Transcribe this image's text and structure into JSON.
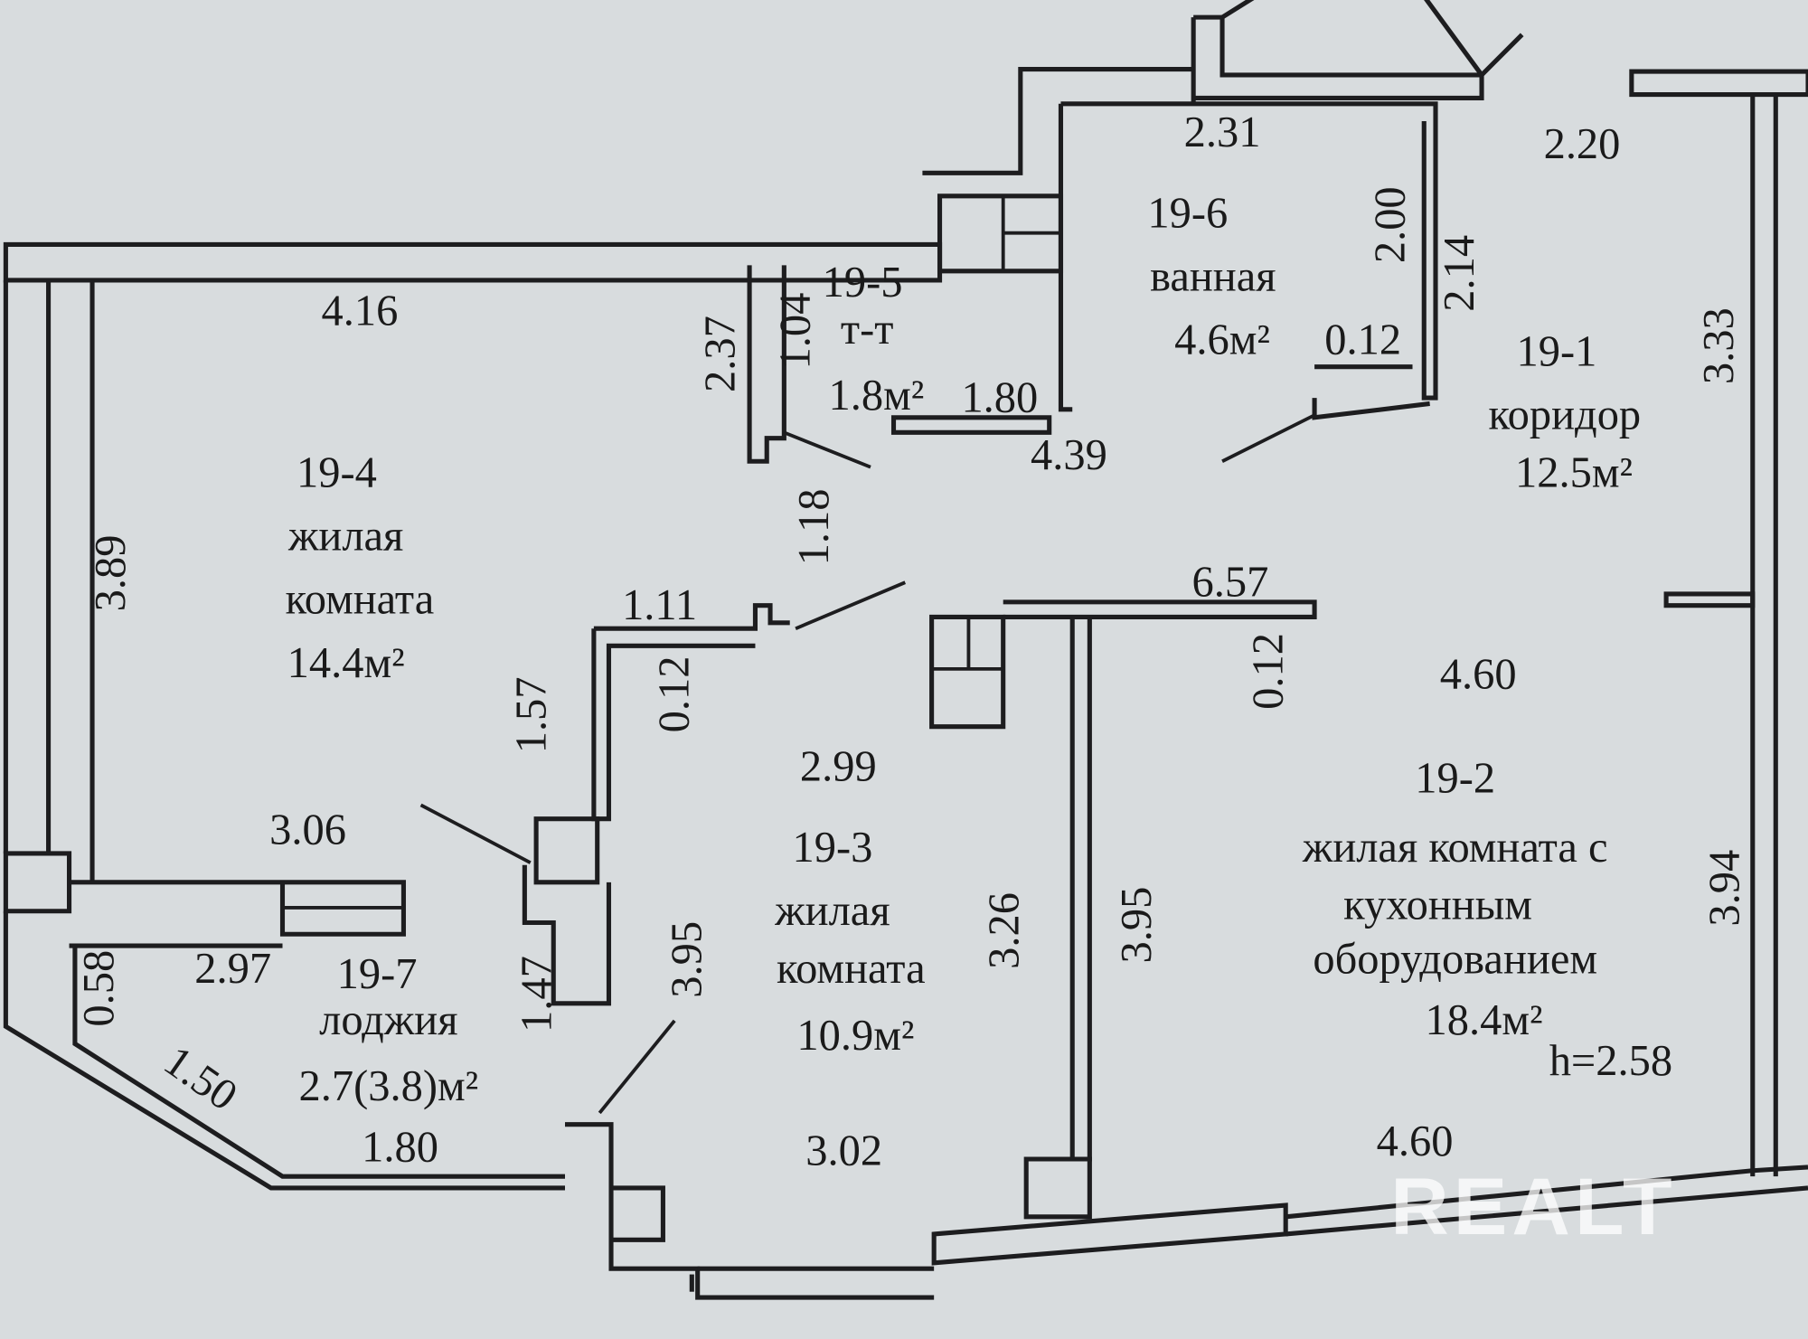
{
  "rooms": [
    {
      "id": "19-1",
      "name": "коридор",
      "area": "12.5м²"
    },
    {
      "id": "19-2",
      "name_lines": [
        "жилая комната с",
        "кухонным",
        "оборудованием"
      ],
      "area": "18.4м²"
    },
    {
      "id": "19-3",
      "name_lines": [
        "жилая",
        "комната"
      ],
      "area": "10.9м²"
    },
    {
      "id": "19-4",
      "name_lines": [
        "жилая",
        "комната"
      ],
      "area": "14.4м²"
    },
    {
      "id": "19-5",
      "name": "т-т",
      "area": "1.8м²"
    },
    {
      "id": "19-6",
      "name": "ванная",
      "area": "4.6м²"
    },
    {
      "id": "19-7",
      "name": "лоджия",
      "area": "2.7(3.8)м²"
    }
  ],
  "ceiling_height": "h=2.58",
  "dimensions": {
    "bath_top": "2.31",
    "corridor_top": "2.20",
    "bath_2_00": "2.00",
    "bath_2_14": "2.14",
    "bath_0_12": "0.12",
    "room4_top": "4.16",
    "wc_2_37": "2.37",
    "wc_1_04": "1.04",
    "wc_1_80": "1.80",
    "corridor_3_33": "3.33",
    "corridor_4_39": "4.39",
    "room4_3_89": "3.89",
    "door_1_18": "1.18",
    "room3_1_11": "1.11",
    "room2_6_57": "6.57",
    "room3_0_12": "0.12",
    "room2_0_12": "0.12",
    "room4_1_57": "1.57",
    "room2_4_60_top": "4.60",
    "room3_2_99": "2.99",
    "room4_3_06": "3.06",
    "room3_3_26": "3.26",
    "room2_3_95": "3.95",
    "room2_3_94": "3.94",
    "room3_3_95": "3.95",
    "loggia_0_58": "0.58",
    "loggia_2_97": "2.97",
    "loggia_1_47": "1.47",
    "loggia_1_50": "1.50",
    "loggia_1_80": "1.80",
    "room3_3_02": "3.02",
    "room2_4_60_bottom": "4.60"
  },
  "watermark": "REALT",
  "colors": {
    "background": "#d8dcde",
    "walls": "#1d1d1f"
  }
}
